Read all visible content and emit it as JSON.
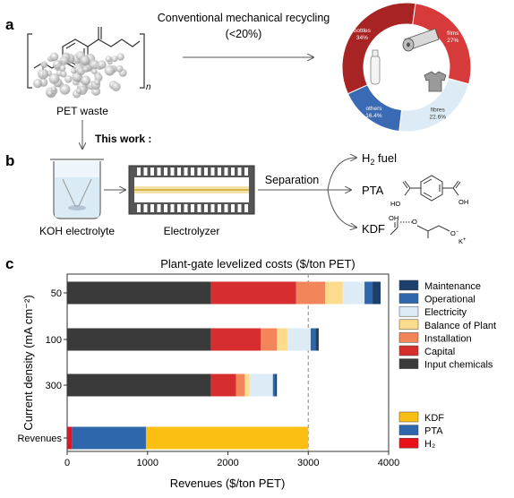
{
  "panel_a": {
    "label": "a",
    "pet_waste_label": "PET waste",
    "polymer_subscript": "n",
    "arrow_label": "Conventional mechanical recycling",
    "arrow_sublabel": "(<20%)",
    "donut": {
      "segments": [
        {
          "name": "films",
          "percent_label": "27%",
          "value": 27.0,
          "color": "#d63a3a"
        },
        {
          "name": "fibres",
          "percent_label": "22.6%",
          "value": 22.6,
          "color": "#dcebf5"
        },
        {
          "name": "others",
          "percent_label": "16.4%",
          "value": 16.4,
          "color": "#3a6ab4"
        },
        {
          "name": "bottles",
          "percent_label": "34%",
          "value": 34.0,
          "color": "#a82424"
        }
      ]
    }
  },
  "panel_b": {
    "label": "b",
    "this_work": "This work :",
    "electrolyte_label": "KOH electrolyte",
    "electrolyzer_label": "Electrolyzer",
    "separation_label": "Separation",
    "products": {
      "h2": {
        "main": "H",
        "sub": "2",
        "suffix": " fuel"
      },
      "pta": "PTA",
      "kdf": "KDF",
      "oh_1": "HO",
      "oh_2": "OH",
      "kdf_oh": "OH",
      "kdf_o": "O",
      "kdf_ominus": "O",
      "kdf_minus": "−",
      "kdf_k": "K",
      "kdf_plus": "+"
    }
  },
  "chart_data": {
    "type": "bar",
    "orientation": "horizontal",
    "stacked": true,
    "panel_label": "c",
    "title": "Plant-gate levelized costs ($/ton PET)",
    "xlabel": "Revenues ($/ton PET)",
    "ylabel": "Current density (mA cm⁻²)",
    "xlim": [
      0,
      4000
    ],
    "xticks": [
      "0",
      "1000",
      "2000",
      "3000",
      "4000"
    ],
    "xtick_values": [
      0,
      1000,
      2000,
      3000,
      4000
    ],
    "reference_line": {
      "x": 3000,
      "style": "dashed",
      "color": "#999999"
    },
    "categories": [
      "50",
      "100",
      "300",
      "Revenues"
    ],
    "cost_series": [
      {
        "name": "Input chemicals",
        "color": "#3a3a3a",
        "values": [
          1790,
          1790,
          1790,
          null
        ]
      },
      {
        "name": "Capital",
        "color": "#d62e2e",
        "values": [
          1060,
          620,
          310,
          null
        ]
      },
      {
        "name": "Installation",
        "color": "#f2855a",
        "values": [
          360,
          200,
          110,
          null
        ]
      },
      {
        "name": "Balance of Plant",
        "color": "#fbdc8c",
        "values": [
          220,
          130,
          60,
          null
        ]
      },
      {
        "name": "Electricity",
        "color": "#dcebf6",
        "values": [
          270,
          290,
          290,
          null
        ]
      },
      {
        "name": "Operational",
        "color": "#2f67ad",
        "values": [
          100,
          60,
          30,
          null
        ]
      },
      {
        "name": "Maintenance",
        "color": "#1c3f6e",
        "values": [
          100,
          40,
          20,
          null
        ]
      }
    ],
    "revenue_series": [
      {
        "name": "H₂",
        "color": "#e8121a",
        "values": [
          null,
          null,
          null,
          60
        ]
      },
      {
        "name": "PTA",
        "color": "#2f67ad",
        "values": [
          null,
          null,
          null,
          920
        ]
      },
      {
        "name": "KDF",
        "color": "#fbbf14",
        "values": [
          null,
          null,
          null,
          2020
        ]
      }
    ],
    "legend_costs": [
      "Maintenance",
      "Operational",
      "Electricity",
      "Balance of Plant",
      "Installation",
      "Capital",
      "Input chemicals"
    ],
    "legend_revenues": [
      "KDF",
      "PTA",
      "H₂"
    ],
    "legend_placement": "right",
    "grid": false
  }
}
